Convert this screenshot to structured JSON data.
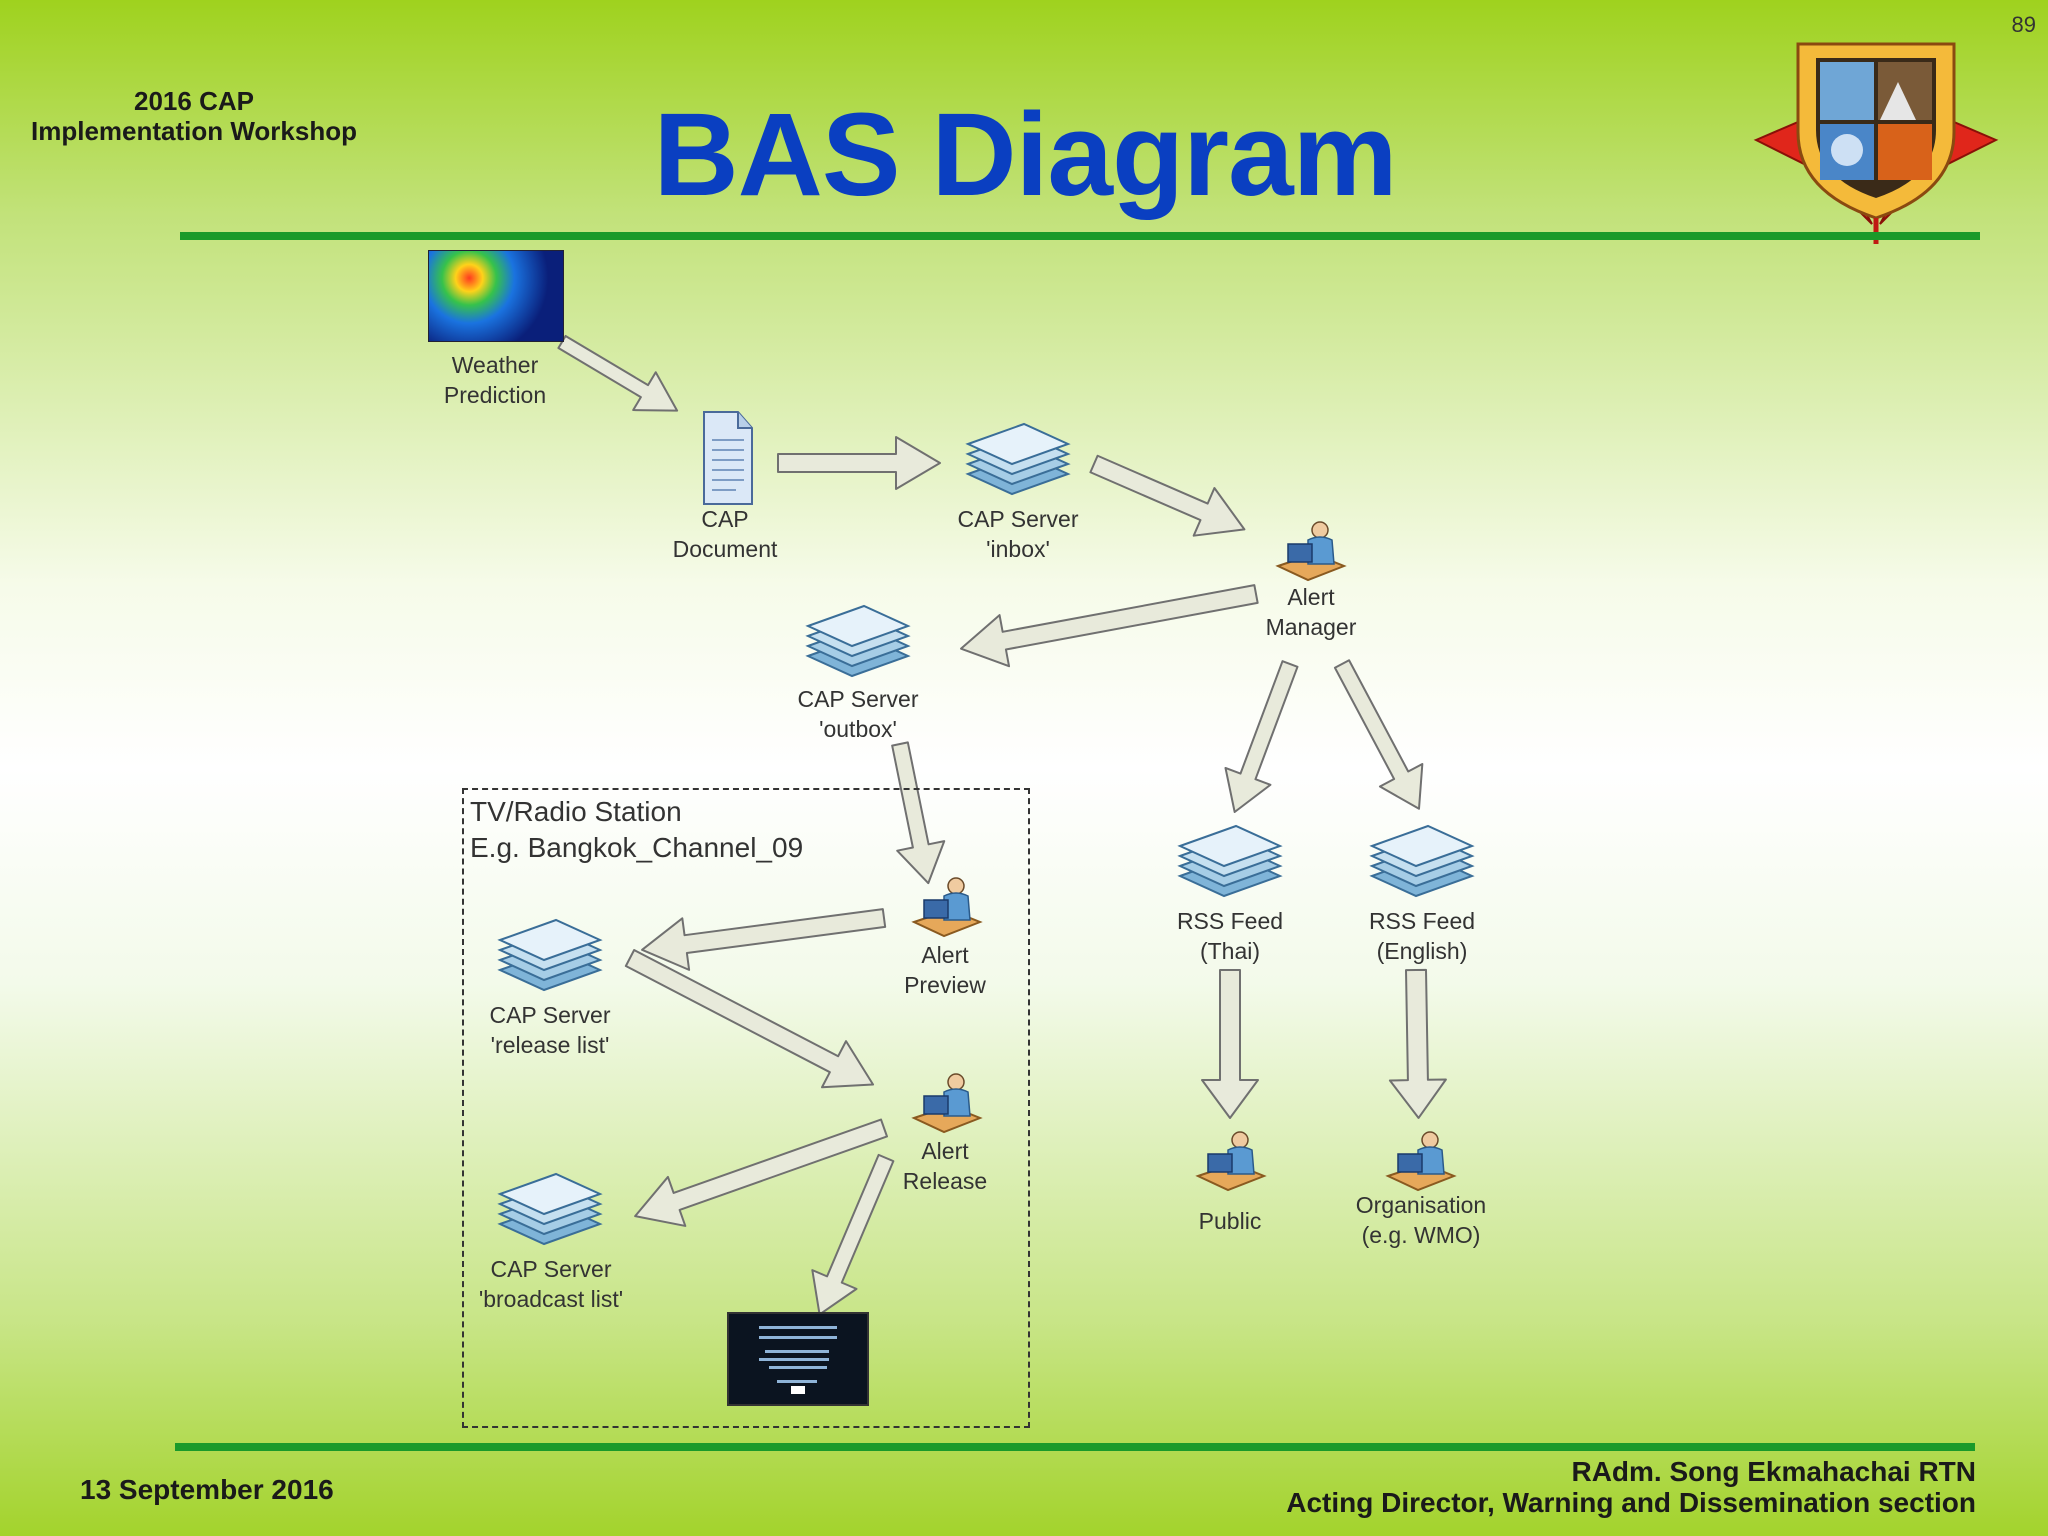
{
  "slide_number": "89",
  "workshop": {
    "line1": "2016 CAP",
    "line2": "Implementation Workshop"
  },
  "title": "BAS Diagram",
  "footer": {
    "date": "13 September  2016",
    "presenter_name": "RAdm. Song Ekmahachai RTN",
    "presenter_role": "Acting Director, Warning and Dissemination section"
  },
  "nodes": {
    "weather": {
      "line1": "Weather",
      "line2": "Prediction"
    },
    "cap_document": {
      "line1": "CAP",
      "line2": "Document"
    },
    "server_inbox": {
      "line1": "CAP Server",
      "line2": "'inbox'"
    },
    "alert_manager": {
      "line1": "Alert",
      "line2": "Manager"
    },
    "server_outbox": {
      "line1": "CAP Server",
      "line2": "'outbox'"
    },
    "rss_thai": {
      "line1": "RSS Feed",
      "line2": "(Thai)"
    },
    "rss_english": {
      "line1": "RSS Feed",
      "line2": "(English)"
    },
    "public": {
      "line1": "Public"
    },
    "organisation": {
      "line1": "Organisation",
      "line2": "(e.g. WMO)"
    },
    "alert_preview": {
      "line1": "Alert",
      "line2": "Preview"
    },
    "release_list": {
      "line1": "CAP Server",
      "line2": "'release list'"
    },
    "alert_release": {
      "line1": "Alert",
      "line2": "Release"
    },
    "broadcast_list": {
      "line1": "CAP Server",
      "line2": "'broadcast list'"
    }
  },
  "station": {
    "line1": "TV/Radio Station",
    "line2": "E.g. Bangkok_Channel_09"
  },
  "colors": {
    "title": "#0a3fc1",
    "rule": "#1a9a2a",
    "arrow_fill": "#e8eadb",
    "arrow_stroke": "#707070"
  }
}
